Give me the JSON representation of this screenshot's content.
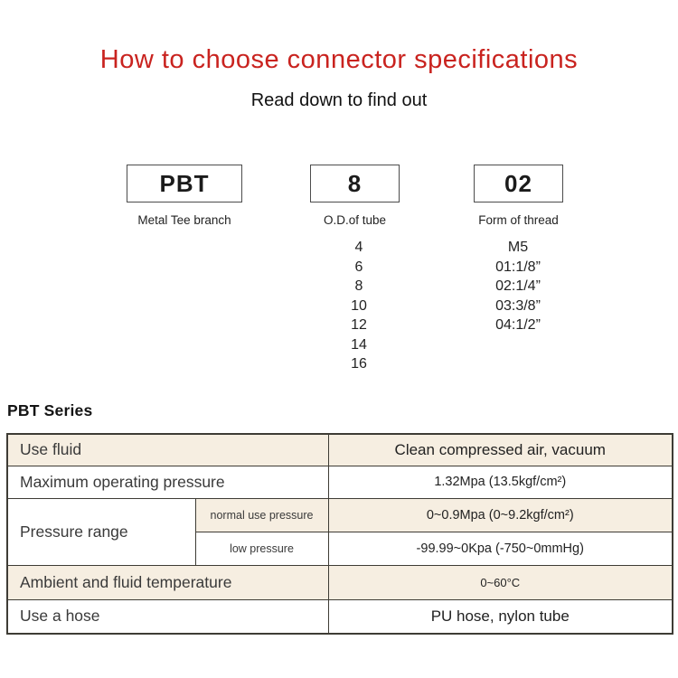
{
  "page": {
    "title": "How to choose connector specifications",
    "subtitle": "Read down to find out"
  },
  "colors": {
    "title_red": "#c9231f",
    "row_beige": "#f6eee1",
    "table_border": "#3e3c35"
  },
  "diagram": {
    "columns": [
      {
        "code": "PBT",
        "label": "Metal Tee branch",
        "options": []
      },
      {
        "code": "8",
        "label": "O.D.of tube",
        "options": [
          "4",
          "6",
          "8",
          "10",
          "12",
          "14",
          "16"
        ]
      },
      {
        "code": "02",
        "label": "Form of thread",
        "options": [
          "M5",
          "01:1/8”",
          "02:1/4”",
          "03:3/8”",
          "04:1/2”"
        ]
      }
    ]
  },
  "series": {
    "heading": "PBT Series"
  },
  "spec_table": {
    "rows": [
      {
        "label": "Use fluid",
        "value": "Clean compressed air, vacuum"
      },
      {
        "label": "Maximum operating pressure",
        "value": "1.32Mpa (13.5kgf/cm²)"
      },
      {
        "label": "Pressure range",
        "sub_rows": [
          {
            "label": "normal use pressure",
            "value": "0~0.9Mpa (0~9.2kgf/cm²)"
          },
          {
            "label": "low pressure",
            "value": "-99.99~0Kpa (-750~0mmHg)"
          }
        ]
      },
      {
        "label": "Ambient and fluid temperature",
        "value": "0~60°C"
      },
      {
        "label": "Use a hose",
        "value": "PU hose, nylon tube"
      }
    ]
  }
}
